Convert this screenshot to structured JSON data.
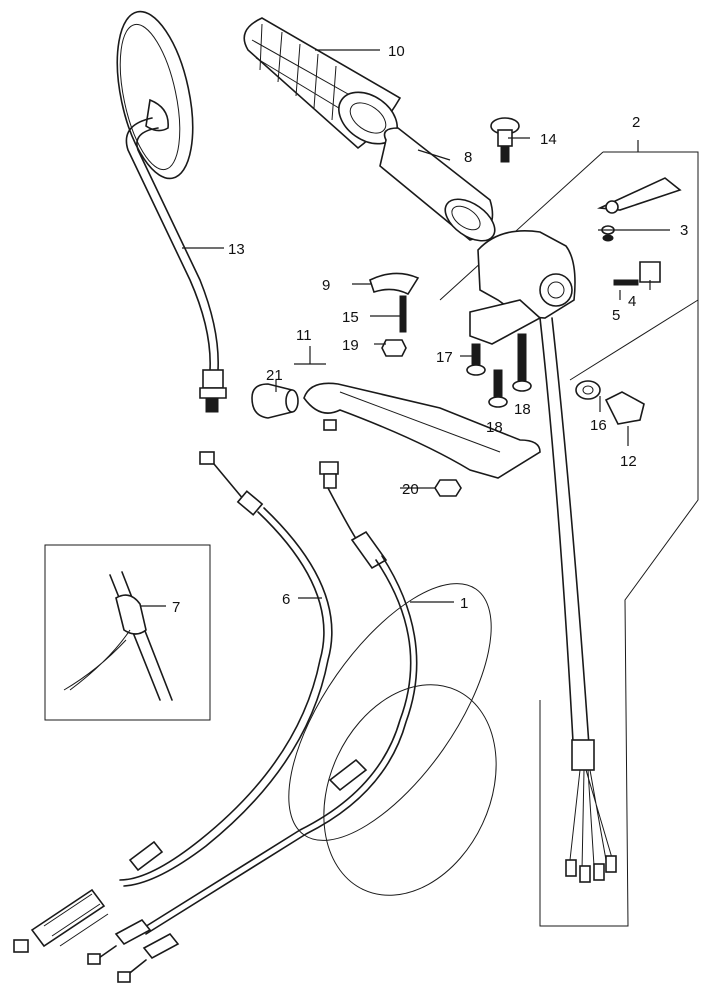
{
  "callouts": [
    {
      "id": "c1",
      "label": "1"
    },
    {
      "id": "c2",
      "label": "2"
    },
    {
      "id": "c3",
      "label": "3"
    },
    {
      "id": "c4",
      "label": "4"
    },
    {
      "id": "c5",
      "label": "5"
    },
    {
      "id": "c6",
      "label": "6"
    },
    {
      "id": "c7",
      "label": "7"
    },
    {
      "id": "c8",
      "label": "8"
    },
    {
      "id": "c9",
      "label": "9"
    },
    {
      "id": "c10",
      "label": "10"
    },
    {
      "id": "c11",
      "label": "11"
    },
    {
      "id": "c12",
      "label": "12"
    },
    {
      "id": "c13",
      "label": "13"
    },
    {
      "id": "c14",
      "label": "14"
    },
    {
      "id": "c15",
      "label": "15"
    },
    {
      "id": "c16",
      "label": "16"
    },
    {
      "id": "c17",
      "label": "17"
    },
    {
      "id": "c18a",
      "label": "18"
    },
    {
      "id": "c18b",
      "label": "18"
    },
    {
      "id": "c19",
      "label": "19"
    },
    {
      "id": "c20",
      "label": "20"
    },
    {
      "id": "c21",
      "label": "21"
    }
  ]
}
